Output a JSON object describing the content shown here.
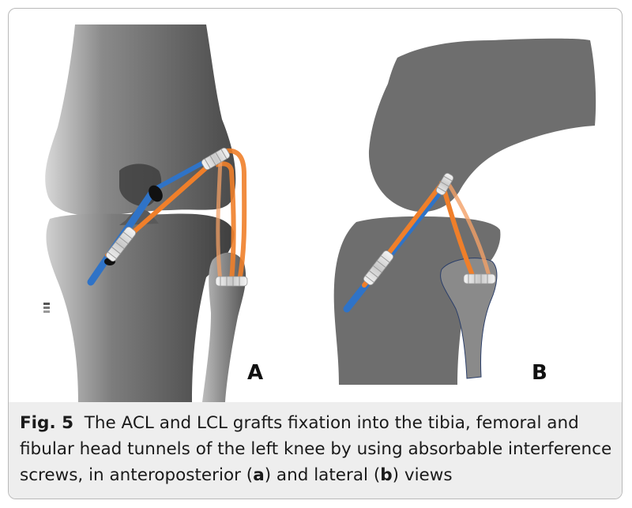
{
  "panels": {
    "a_label": "A",
    "b_label": "B"
  },
  "caption": {
    "figure_label": "Fig. 5",
    "text_before_a": "The ACL and LCL grafts fixation into the tibia, femoral and fibular head tunnels of the left knee by using absorbable interference screws, in anteroposterior (",
    "a_letter": "a",
    "text_between": ") and lateral (",
    "b_letter": "b",
    "text_after_b": ") views"
  },
  "colors": {
    "bone_gray": "#6e6e6e",
    "graft_orange": "#f07f2a",
    "tunnel_blue": "#2f73c7",
    "screw_white": "#e8e8e8"
  }
}
